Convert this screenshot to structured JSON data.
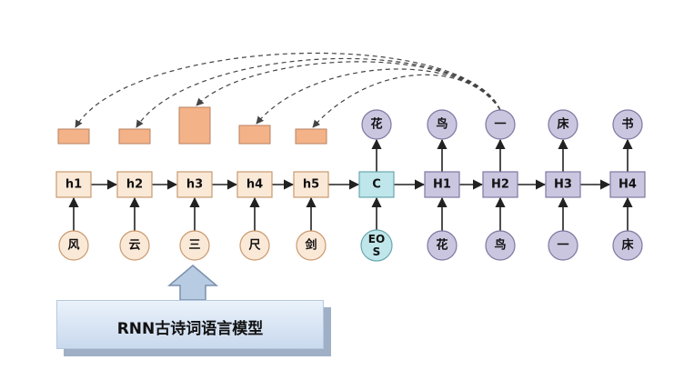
{
  "encoder": {
    "hidden": [
      "h1",
      "h2",
      "h3",
      "h4",
      "h5"
    ],
    "inputs": [
      "风",
      "云",
      "三",
      "尺",
      "剑"
    ]
  },
  "context": {
    "label": "C",
    "input": "EOS",
    "output": "花"
  },
  "decoder": {
    "hidden": [
      "H1",
      "H2",
      "H3",
      "H4"
    ],
    "inputs": [
      "花",
      "鸟",
      "一",
      "床"
    ],
    "outputs": [
      "鸟",
      "一",
      "床",
      "书"
    ]
  },
  "attention": {
    "weights": [
      0.2,
      0.2,
      0.5,
      0.25,
      0.2
    ]
  },
  "banner": {
    "label": "RNN古诗词语言模型"
  },
  "colors": {
    "encoder_fill": "#fbe9d8",
    "encoder_stroke": "#c99a70",
    "context_fill": "#bfe6ea",
    "context_stroke": "#6aa7ae",
    "decoder_fill": "#cbc6e0",
    "decoder_stroke": "#7d78a0",
    "attention_fill": "#f3b288",
    "attention_stroke": "#b9825f"
  }
}
